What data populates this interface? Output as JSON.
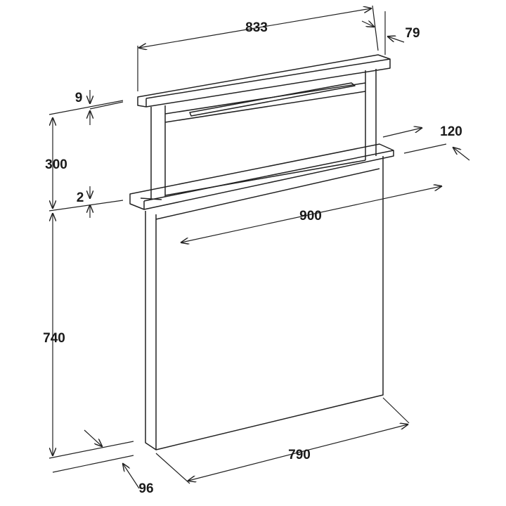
{
  "title": "Downdraft hood dimensions",
  "unit": "mm",
  "dimensions": {
    "top_width": "833",
    "top_depth": "79",
    "cap_height": "9",
    "extended_height": "300",
    "frame_depth": "120",
    "frame_height": "2",
    "frame_width": "900",
    "body_height": "740",
    "body_width": "790",
    "body_depth": "96"
  }
}
